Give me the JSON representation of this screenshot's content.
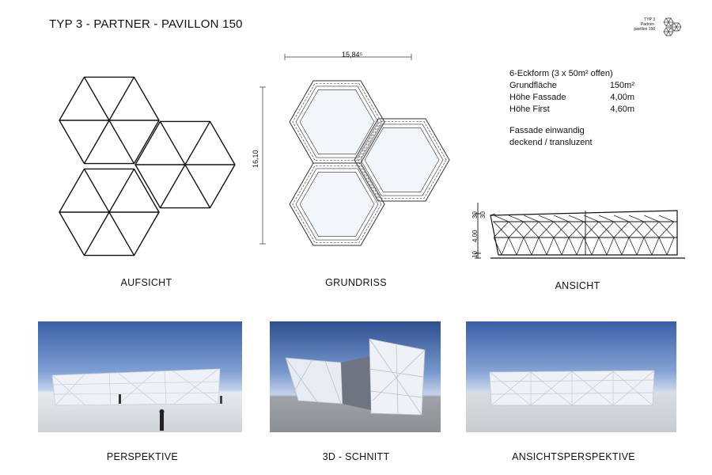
{
  "header": {
    "title": "TYP 3  -  PARTNER - PAVILLON 150",
    "logo_line1": "TYP 3",
    "logo_line2": "Partner-",
    "logo_line3": "pavillon 150"
  },
  "drawings": {
    "aufsicht": {
      "caption": "AUFSICHT"
    },
    "grundriss": {
      "caption": "GRUNDRISS",
      "width_dim": "15,84⁵",
      "height_dim": "16,10"
    },
    "ansicht": {
      "caption": "ANSICHT",
      "dim_30_left": "30",
      "dim_400": "4,00",
      "dim_10": "10",
      "dim_30_right": "30"
    }
  },
  "specs": {
    "heading": "6-Eckform (3 x 50m² offen)",
    "rows": [
      {
        "label": "Grundfläche",
        "value": "150m²"
      },
      {
        "label": "Höhe  Fassade",
        "value": "4,00m"
      },
      {
        "label": "Höhe First",
        "value": "4,60m"
      }
    ],
    "facade_line1": "Fassade einwandig",
    "facade_line2": "deckend / transluzent"
  },
  "renderings": {
    "perspektive": {
      "caption": "PERSPEKTIVE"
    },
    "schnitt": {
      "caption": "3D - SCHNITT"
    },
    "ansichtsperspektive": {
      "caption": "ANSICHTSPERSPEKTIVE"
    }
  },
  "colors": {
    "line": "#111111",
    "sky_top": "#3b5fa6",
    "ground": "#cdd2d6"
  }
}
